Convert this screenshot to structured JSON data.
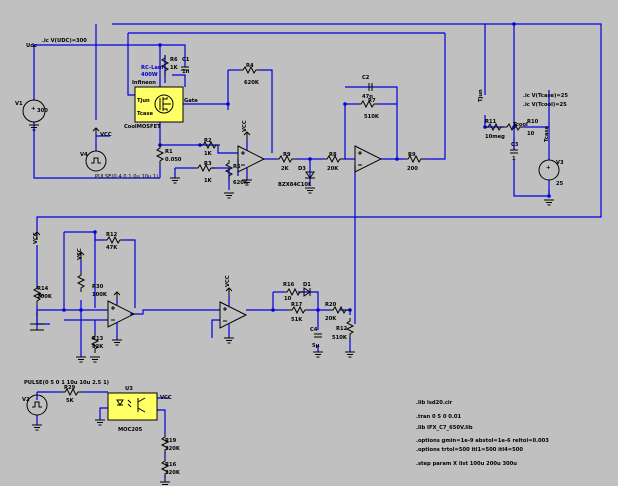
{
  "components": {
    "v1": {
      "name": "V1",
      "value": "300"
    },
    "v2": {
      "name": "V2",
      "source": "PULSE(0 5 0 1 10u 10u 2.5 1)"
    },
    "v4": {
      "name": "V4",
      "source": "PULSE(0 4 0 1 0u 10u 1)"
    },
    "v3": {
      "name": "V3",
      "value": "25"
    },
    "u_mos": {
      "name": "Infineon",
      "model": "CoolMOSFET",
      "label_tj": "Tjun",
      "label_tcase": "Tcase",
      "label_gate": "Gate"
    },
    "rc_label": {
      "line1": "RC-Lam",
      "line2": "400W"
    },
    "r6": {
      "name": "R6",
      "value": "1K"
    },
    "c1": {
      "name": "C1",
      "value": "1n"
    },
    "r1": {
      "name": "R1",
      "value": "0.050"
    },
    "r2": {
      "name": "R2",
      "value": "1K"
    },
    "r3": {
      "name": "R3",
      "value": "1K"
    },
    "r4": {
      "name": "R4",
      "value": "620K"
    },
    "r5": {
      "name": "R5",
      "value": "620K"
    },
    "r7": {
      "name": "R7",
      "value": "510K"
    },
    "r8": {
      "name": "R8",
      "value": "20K"
    },
    "r9": {
      "name": "R9",
      "value": "2K"
    },
    "c2": {
      "name": "C2",
      "value": "47n"
    },
    "d3": {
      "name": "D3",
      "model": "BZX84C10L"
    },
    "r11": {
      "name": "R11",
      "value": "10meg"
    },
    "r10": {
      "name": "R10",
      "value": "10"
    },
    "c3": {
      "name": "C3",
      "value": "1"
    },
    "r12": {
      "name": "R12",
      "value": "47K"
    },
    "r13": {
      "name": "R13",
      "value": "82K"
    },
    "r14": {
      "name": "R14",
      "value": "200K"
    },
    "r30": {
      "name": "R30",
      "value": "100K"
    },
    "r16_top": {
      "name": "R16",
      "value": "10"
    },
    "r17": {
      "name": "R17",
      "value": "51K"
    },
    "d1": {
      "name": "D1",
      "value": ""
    },
    "r20": {
      "name": "R20",
      "value": "20K"
    },
    "r32": {
      "name": "R12",
      "value": "510K"
    },
    "c4": {
      "name": "C4",
      "value": "5µ"
    },
    "r29": {
      "name": "R29",
      "value": "5K"
    },
    "u3": {
      "name": "U3",
      "model": "MOC205"
    },
    "r19": {
      "name": "R19",
      "value": "220K"
    },
    "r16": {
      "name": "R16",
      "value": "220K"
    }
  },
  "labels": {
    "udc": "Udc",
    "ic_udc": ".ic V(UDC)=300",
    "vcc": "VCC",
    "ic_tcase": ".ic V(Tcase)=25",
    "ic_tcool": ".ic V(Tcool)=25",
    "tcool": "Tcool",
    "tcase": "Tcase",
    "tjun": "Tjun"
  },
  "directives": [
    ".lib lsd20.cir",
    ".tran 0 5 0 0.01",
    ".lib IFX_C7_650V.lib",
    ".options gmin=1e-9 abstol=1e-6 reltol=0.003",
    ".options trtol=500 itl1=500 itl4=500",
    ".step param X list 100u 200u 300u"
  ]
}
